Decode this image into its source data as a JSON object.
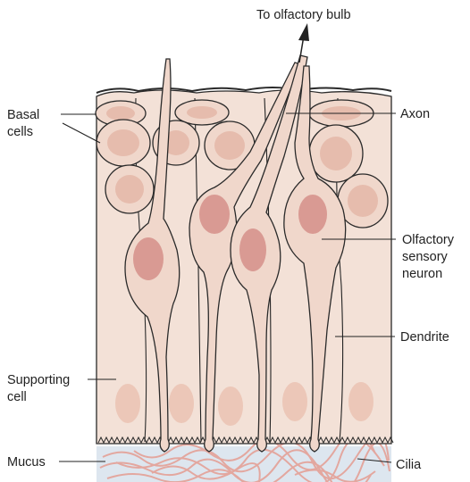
{
  "labels": {
    "to_bulb": "To olfactory bulb",
    "basal_1": "Basal",
    "basal_2": "cells",
    "axon": "Axon",
    "osn_1": "Olfactory",
    "osn_2": "sensory",
    "osn_3": "neuron",
    "dendrite": "Dendrite",
    "supporting_1": "Supporting",
    "supporting_2": "cell",
    "mucus": "Mucus",
    "cilia": "Cilia"
  },
  "colors": {
    "tissue": "#f3e1d7",
    "cell_fill": "#f0d7cb",
    "nucleus": "#e6bcad",
    "neuron_nucleus": "#d99a93",
    "mucus": "#dde6ef",
    "cilia": "#e3a79f",
    "outline": "#2a2a2a"
  }
}
